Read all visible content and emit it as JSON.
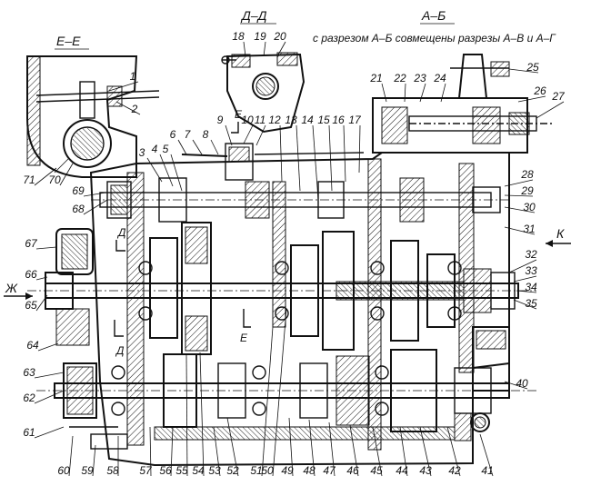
{
  "titles": {
    "section_ee": "Е–Е",
    "section_dd": "Д–Д",
    "section_ab": "А–Б",
    "note": "с разрезом А–Б совмещены разрезы А–В и А–Г"
  },
  "markers": {
    "cut_e_top": "Е",
    "cut_e_bottom": "Е",
    "cut_d_top": "Д",
    "cut_d_bottom": "Д",
    "arrow_k": "К",
    "arrow_zh": "Ж"
  },
  "callouts": [
    "1",
    "2",
    "3",
    "4",
    "5",
    "6",
    "7",
    "8",
    "9",
    "10",
    "11",
    "12",
    "13",
    "14",
    "15",
    "16",
    "17",
    "18",
    "19",
    "20",
    "21",
    "22",
    "23",
    "24",
    "25",
    "26",
    "27",
    "28",
    "29",
    "30",
    "31",
    "32",
    "33",
    "34",
    "35",
    "40",
    "41",
    "42",
    "43",
    "44",
    "45",
    "46",
    "47",
    "48",
    "49",
    "50",
    "51",
    "52",
    "53",
    "54",
    "55",
    "56",
    "57",
    "58",
    "59",
    "60",
    "61",
    "62",
    "63",
    "64",
    "65",
    "66",
    "67",
    "68",
    "69",
    "70",
    "71"
  ]
}
